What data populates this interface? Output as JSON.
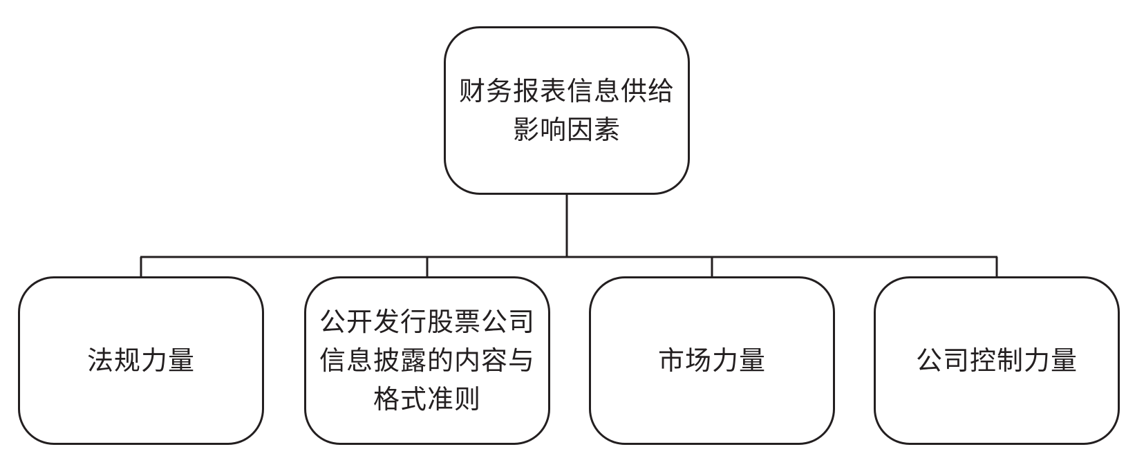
{
  "diagram": {
    "root": {
      "lines": [
        "财务报表信息供给",
        "影响因素"
      ]
    },
    "children": [
      {
        "lines": [
          "法规力量"
        ]
      },
      {
        "lines": [
          "公开发行股票公司",
          "信息披露的内容与",
          "格式准则"
        ]
      },
      {
        "lines": [
          "市场力量"
        ]
      },
      {
        "lines": [
          "公司控制力量"
        ]
      }
    ],
    "colors": {
      "stroke": "#231f20",
      "background": "#ffffff"
    }
  }
}
